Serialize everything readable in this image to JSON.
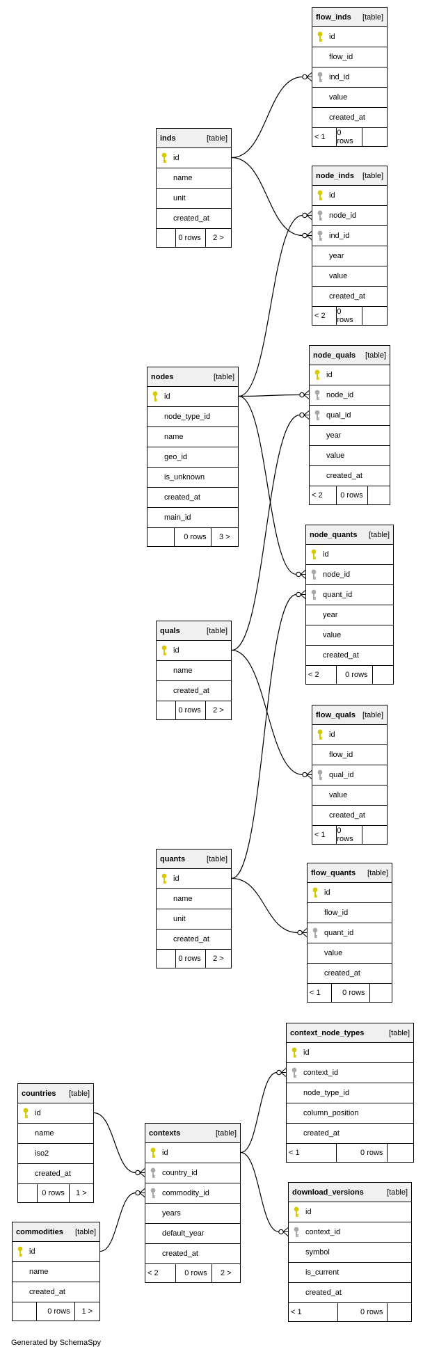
{
  "generated_by": "Generated by SchemaSpy",
  "table_type_label": "[table]",
  "tables": {
    "flow_inds": {
      "name": "flow_inds",
      "columns": [
        "id",
        "flow_id",
        "ind_id",
        "value",
        "created_at"
      ],
      "footer": [
        "< 1",
        "0 rows",
        ""
      ]
    },
    "inds": {
      "name": "inds",
      "columns": [
        "id",
        "name",
        "unit",
        "created_at"
      ],
      "footer": [
        "",
        "0 rows",
        "2 >"
      ]
    },
    "node_inds": {
      "name": "node_inds",
      "columns": [
        "id",
        "node_id",
        "ind_id",
        "year",
        "value",
        "created_at"
      ],
      "footer": [
        "< 2",
        "0 rows",
        ""
      ]
    },
    "nodes": {
      "name": "nodes",
      "columns": [
        "id",
        "node_type_id",
        "name",
        "geo_id",
        "is_unknown",
        "created_at",
        "main_id"
      ],
      "footer": [
        "",
        "0 rows",
        "3 >"
      ]
    },
    "node_quals": {
      "name": "node_quals",
      "columns": [
        "id",
        "node_id",
        "qual_id",
        "year",
        "value",
        "created_at"
      ],
      "footer": [
        "< 2",
        "0 rows",
        ""
      ]
    },
    "node_quants": {
      "name": "node_quants",
      "columns": [
        "id",
        "node_id",
        "quant_id",
        "year",
        "value",
        "created_at"
      ],
      "footer": [
        "< 2",
        "0 rows",
        ""
      ]
    },
    "quals": {
      "name": "quals",
      "columns": [
        "id",
        "name",
        "created_at"
      ],
      "footer": [
        "",
        "0 rows",
        "2 >"
      ]
    },
    "flow_quals": {
      "name": "flow_quals",
      "columns": [
        "id",
        "flow_id",
        "qual_id",
        "value",
        "created_at"
      ],
      "footer": [
        "< 1",
        "0 rows",
        ""
      ]
    },
    "quants": {
      "name": "quants",
      "columns": [
        "id",
        "name",
        "unit",
        "created_at"
      ],
      "footer": [
        "",
        "0 rows",
        "2 >"
      ]
    },
    "flow_quants": {
      "name": "flow_quants",
      "columns": [
        "id",
        "flow_id",
        "quant_id",
        "value",
        "created_at"
      ],
      "footer": [
        "< 1",
        "0 rows",
        ""
      ]
    },
    "context_node_types": {
      "name": "context_node_types",
      "columns": [
        "id",
        "context_id",
        "node_type_id",
        "column_position",
        "created_at"
      ],
      "footer": [
        "< 1",
        "0 rows",
        ""
      ]
    },
    "countries": {
      "name": "countries",
      "columns": [
        "id",
        "name",
        "iso2",
        "created_at"
      ],
      "footer": [
        "",
        "0 rows",
        "1 >"
      ]
    },
    "contexts": {
      "name": "contexts",
      "columns": [
        "id",
        "country_id",
        "commodity_id",
        "years",
        "default_year",
        "created_at"
      ],
      "footer": [
        "< 2",
        "0 rows",
        "2 >"
      ]
    },
    "download_versions": {
      "name": "download_versions",
      "columns": [
        "id",
        "context_id",
        "symbol",
        "is_current",
        "created_at"
      ],
      "footer": [
        "< 1",
        "0 rows",
        ""
      ]
    },
    "commodities": {
      "name": "commodities",
      "columns": [
        "id",
        "name",
        "created_at"
      ],
      "footer": [
        "",
        "0 rows",
        "1 >"
      ]
    }
  },
  "key_columns": {
    "primary": {
      "color": "#d8c800"
    },
    "foreign": {
      "color": "#a8a8a8"
    }
  },
  "relationships": [
    {
      "from": "inds.id",
      "to": "flow_inds.ind_id"
    },
    {
      "from": "inds.id",
      "to": "node_inds.ind_id"
    },
    {
      "from": "nodes.id",
      "to": "node_inds.node_id"
    },
    {
      "from": "nodes.id",
      "to": "node_quals.node_id"
    },
    {
      "from": "nodes.id",
      "to": "node_quants.node_id"
    },
    {
      "from": "quals.id",
      "to": "node_quals.qual_id"
    },
    {
      "from": "quals.id",
      "to": "flow_quals.qual_id"
    },
    {
      "from": "quants.id",
      "to": "node_quants.quant_id"
    },
    {
      "from": "quants.id",
      "to": "flow_quants.quant_id"
    },
    {
      "from": "contexts.id",
      "to": "context_node_types.context_id"
    },
    {
      "from": "contexts.id",
      "to": "download_versions.context_id"
    },
    {
      "from": "countries.id",
      "to": "contexts.country_id"
    },
    {
      "from": "commodities.id",
      "to": "contexts.commodity_id"
    }
  ]
}
